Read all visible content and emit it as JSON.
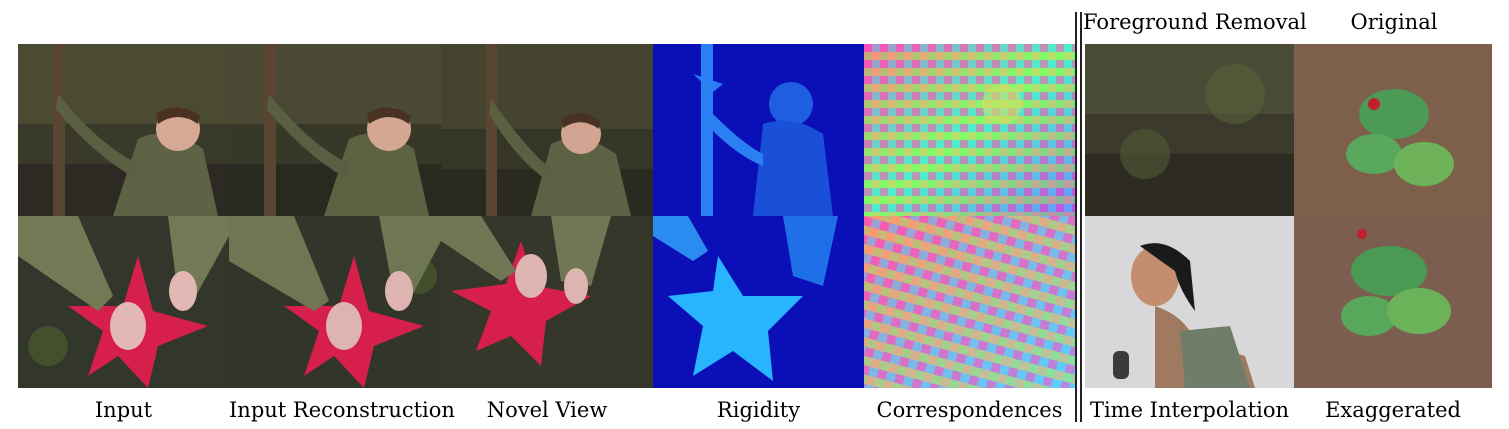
{
  "figure": {
    "top_labels": {
      "foreground_removal": "Foreground Removal",
      "original": "Original"
    },
    "bottom_labels": {
      "input": "Input",
      "input_reconstruction": "Input Reconstruction",
      "novel_view": "Novel View",
      "rigidity": "Rigidity",
      "correspondences": "Correspondences",
      "time_interpolation": "Time Interpolation",
      "exaggerated": "Exaggerated"
    },
    "panels": [
      "input-man",
      "reconstruction-man",
      "novel-view-man",
      "rigidity-man",
      "correspondences-man",
      "input-star",
      "reconstruction-star",
      "novel-view-star",
      "rigidity-star",
      "correspondences-star",
      "foreground-removal",
      "time-interpolation",
      "original-plant",
      "exaggerated-plant"
    ],
    "colors": {
      "rigidity_background": "#0a0fb8",
      "rigidity_foreground": "#28a4ff",
      "star_red": "#d61f4a",
      "forest": "#3b3a2c"
    }
  }
}
